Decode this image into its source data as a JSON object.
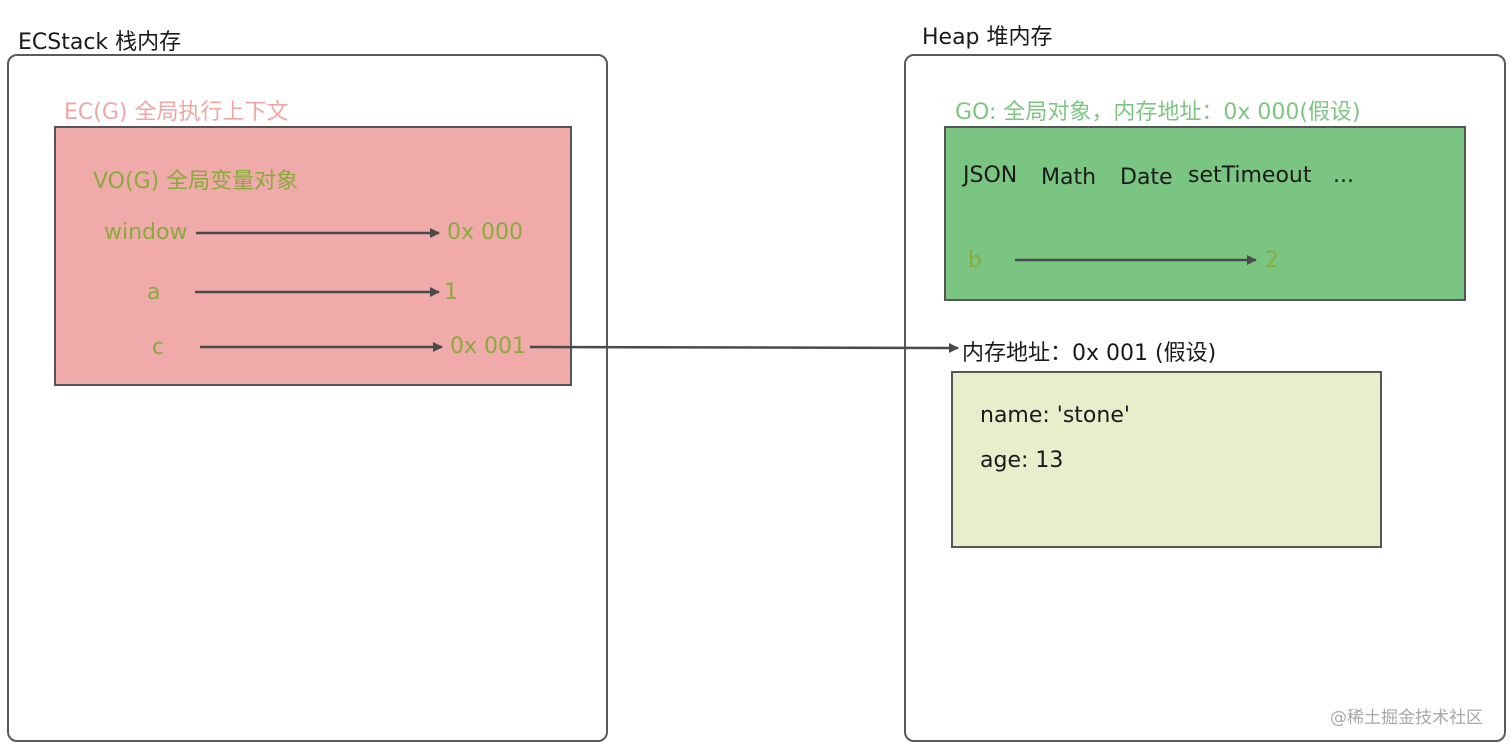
{
  "stack": {
    "title": "ECStack 栈内存",
    "ec_label": "EC(G) 全局执行上下文",
    "vo_label": "VO(G) 全局变量对象",
    "vars": [
      {
        "name": "window",
        "value": "0x 000"
      },
      {
        "name": "a",
        "value": "1"
      },
      {
        "name": "c",
        "value": "0x 001"
      }
    ]
  },
  "heap": {
    "title": "Heap 堆内存",
    "go_label": "GO: 全局对象，内存地址：0x 000(假设)",
    "builtins": [
      "JSON",
      "Math",
      "Date",
      "setTimeout",
      "..."
    ],
    "go_var": {
      "name": "b",
      "value": "2"
    },
    "object": {
      "address_label": "内存地址：0x 001 (假设)",
      "props": [
        "name: 'stone'",
        "age: 13"
      ]
    }
  },
  "watermark": "@稀土掘金技术社区",
  "colors": {
    "ec_fill": "#efaaa9",
    "go_fill": "#7bc583",
    "object_fill": "#e6eecc",
    "value_text": "#8aaa3c",
    "arrow": "#4a4a4a"
  }
}
